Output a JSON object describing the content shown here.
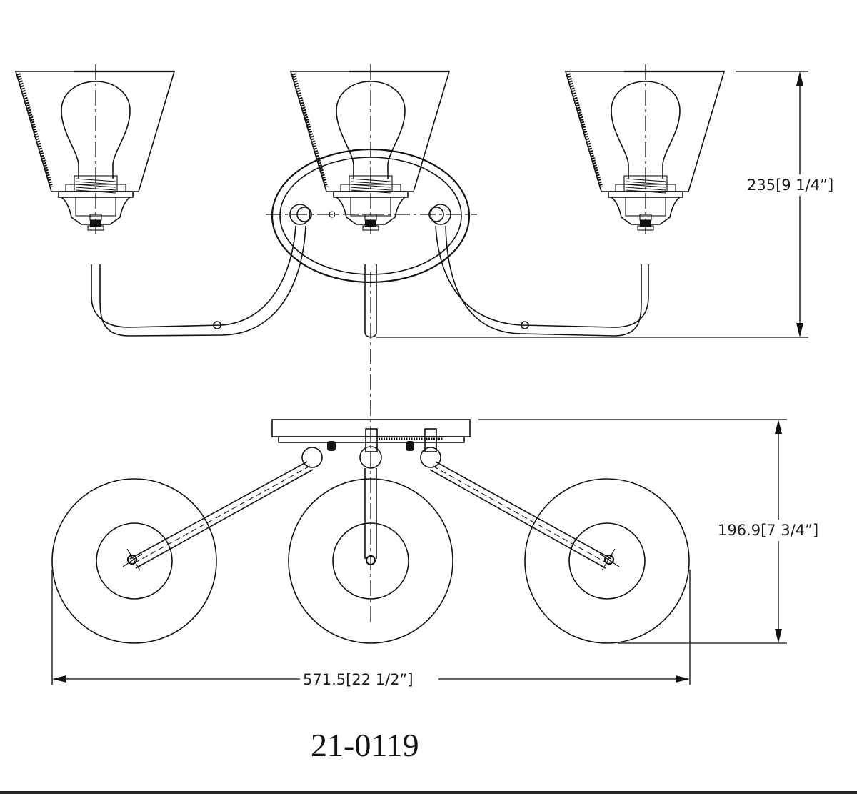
{
  "drawing": {
    "title": "3-light vanity fixture technical drawing",
    "model_number": "21-0119",
    "views": [
      {
        "name": "front-elevation",
        "lights": 3
      },
      {
        "name": "top-plan",
        "lights": 3
      }
    ],
    "dimensions": {
      "height": "235[9  1/4”]",
      "depth": "196.9[7  3/4”]",
      "width": "571.5[22  1/2”]"
    },
    "colors": {
      "line": "#111111",
      "background": "#ffffff"
    }
  }
}
